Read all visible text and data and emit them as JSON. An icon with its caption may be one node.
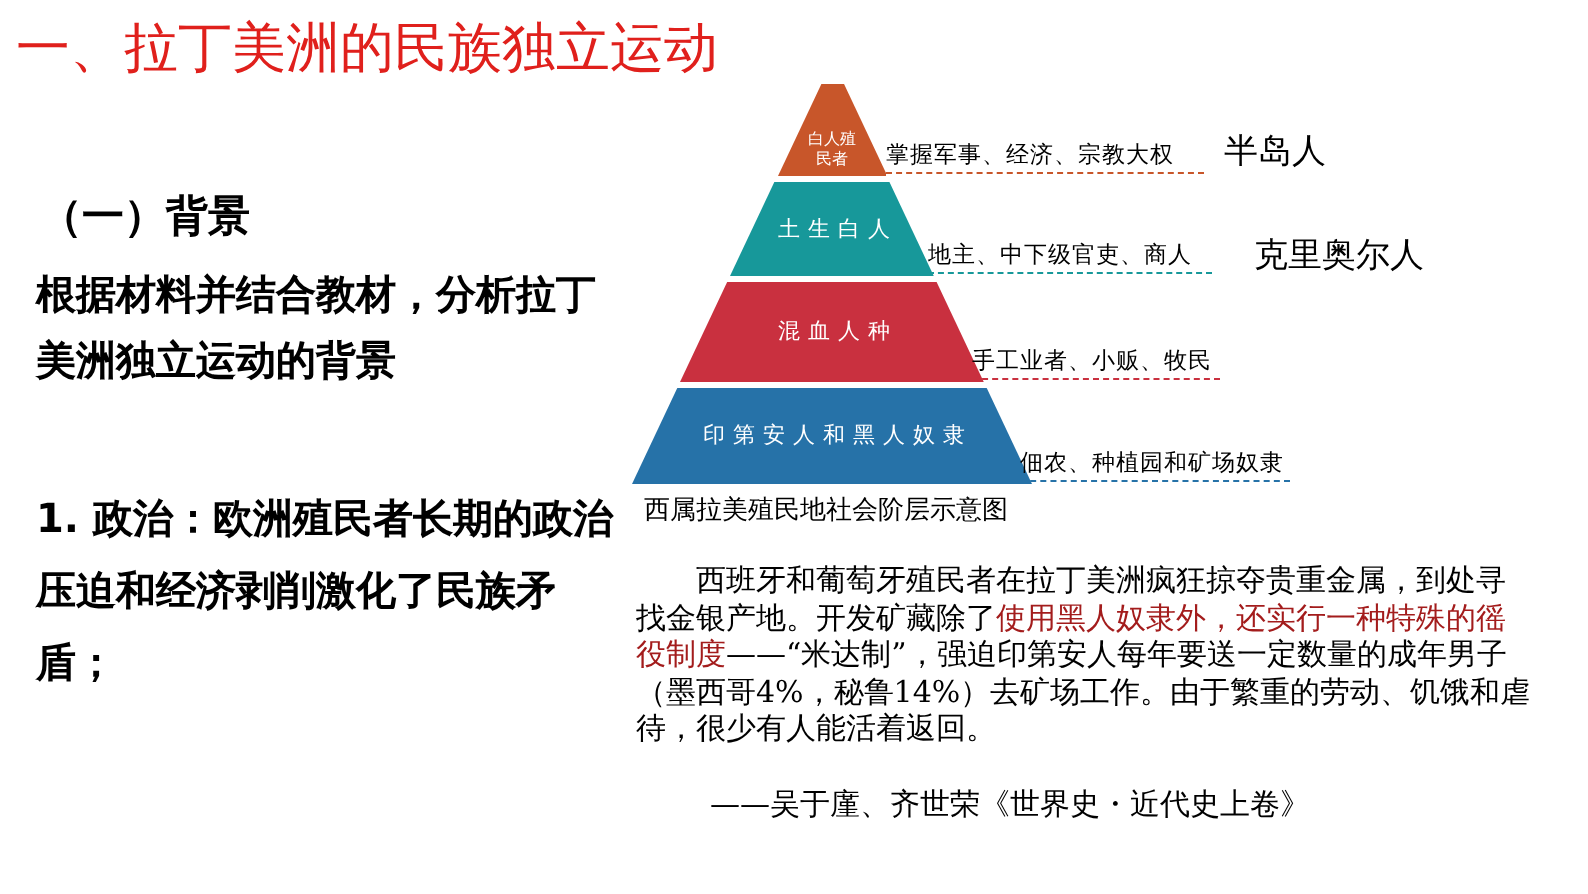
{
  "diagram": {
    "title": "一、拉丁美洲的民族独立运动",
    "nodes": [
      {
        "text": [
          "白人殖民者"
        ],
        "beside": [
          "掌握军事、经济、宗教大权"
        ]
      },
      {
        "text": [
          "土生白人"
        ],
        "beside": [
          "地主、中下级官吏、商人"
        ]
      },
      {
        "text": [
          "混血人种"
        ],
        "beside": [
          "手工业者、小贩、牧民"
        ]
      },
      {
        "text": [
          "印第安人和黑人奴隶"
        ],
        "beside": [
          "佃农、种植园和矿场奴隶"
        ]
      }
    ],
    "labels": [
      "（一）背景",
      "根据材料并结合教材，分析拉丁美洲独立运动的背景",
      "1. 政治：欧洲殖民者长期的政治压迫和经济剥削激化了民族矛盾；",
      "半岛人",
      "克里奥尔人",
      "西属拉美殖民地社会阶层示意图",
      "西班牙和葡萄牙殖民者在拉丁美洲疯狂掠夺贵重金属，到处寻找金银产地。开发矿藏除了**使用黑人奴隶外，还实行一种特殊的徭役制度**——“米达制”，强迫印第安人每年要送一定数量的成年男子（墨西哥4%，秘鲁14%）去矿场工作。由于繁重的劳动、饥饿和虐待，很少有人能活着返回。",
      "——吴于廑、齐世荣《世界史・近代史上卷》"
    ]
  }
}
